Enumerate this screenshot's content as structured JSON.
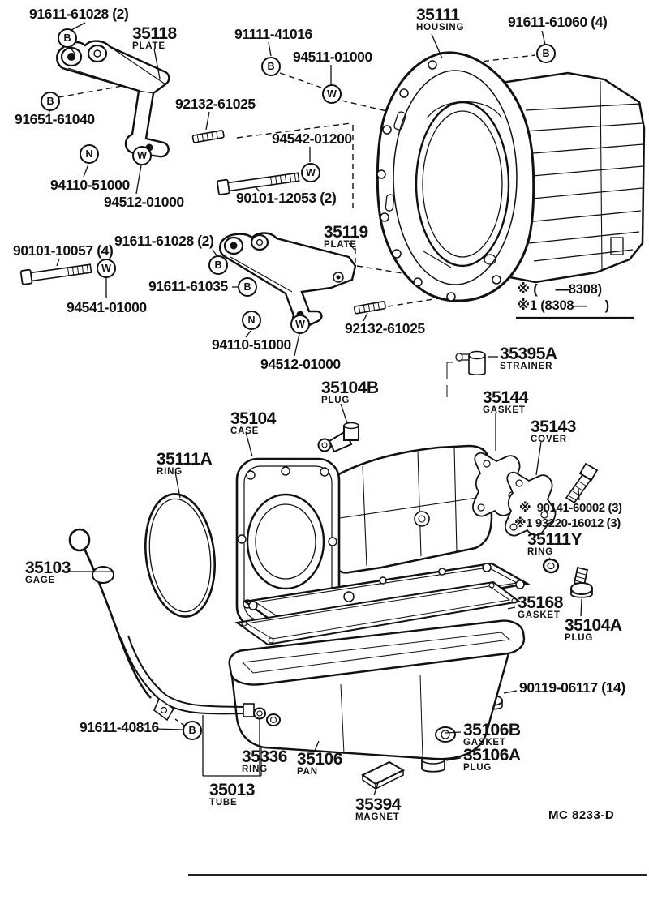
{
  "doc": {
    "type": "parts-catalog-exploded-diagram",
    "footer_code": "MC 8233-D",
    "line_color": "#111111",
    "background": "#ffffff"
  },
  "notes": {
    "range1": "※ (     —8308)",
    "range2": "※1 (8308—     )",
    "alt1": "※  90141-60002 (3)",
    "alt2": "※1 93220-16012 (3)"
  },
  "labels": [
    {
      "text": "91611-61028 (2)"
    },
    {
      "text": "35118",
      "sub": "PLATE"
    },
    {
      "text": "91111-41016"
    },
    {
      "text": "94511-01000"
    },
    {
      "text": "92132-61025"
    },
    {
      "text": "91651-61040"
    },
    {
      "text": "94110-51000"
    },
    {
      "text": "94512-01000"
    },
    {
      "text": "94542-01200"
    },
    {
      "text": "90101-12053 (2)"
    },
    {
      "text": "35111",
      "sub": "HOUSING"
    },
    {
      "text": "91611-61060 (4)"
    },
    {
      "text": "90101-10057 (4)"
    },
    {
      "text": "91611-61028 (2)"
    },
    {
      "text": "35119",
      "sub": "PLATE"
    },
    {
      "text": "91611-61035"
    },
    {
      "text": "94541-01000"
    },
    {
      "text": "94110-51000"
    },
    {
      "text": "94512-01000"
    },
    {
      "text": "92132-61025"
    },
    {
      "text": "35395A",
      "sub": "STRAINER"
    },
    {
      "text": "35104B",
      "sub": "PLUG"
    },
    {
      "text": "35104",
      "sub": "CASE"
    },
    {
      "text": "35144",
      "sub": "GASKET"
    },
    {
      "text": "35143",
      "sub": "COVER"
    },
    {
      "text": "35111A",
      "sub": "RING"
    },
    {
      "text": "35111Y",
      "sub": "RING"
    },
    {
      "text": "35103",
      "sub": "GAGE"
    },
    {
      "text": "35168",
      "sub": "GASKET"
    },
    {
      "text": "35104A",
      "sub": "PLUG"
    },
    {
      "text": "90119-06117 (14)"
    },
    {
      "text": "91611-40816"
    },
    {
      "text": "35106B",
      "sub": "GASKET"
    },
    {
      "text": "35106A",
      "sub": "PLUG"
    },
    {
      "text": "35336",
      "sub": "RING"
    },
    {
      "text": "35106",
      "sub": "PAN"
    },
    {
      "text": "35013",
      "sub": "TUBE"
    },
    {
      "text": "35394",
      "sub": "MAGNET"
    }
  ],
  "markers": [
    {
      "letter": "B"
    },
    {
      "letter": "B"
    },
    {
      "letter": "N"
    },
    {
      "letter": "W"
    },
    {
      "letter": "B"
    },
    {
      "letter": "W"
    },
    {
      "letter": "W"
    },
    {
      "letter": "W"
    },
    {
      "letter": "B"
    },
    {
      "letter": "B"
    },
    {
      "letter": "N"
    },
    {
      "letter": "W"
    },
    {
      "letter": "B"
    },
    {
      "letter": "B"
    }
  ]
}
